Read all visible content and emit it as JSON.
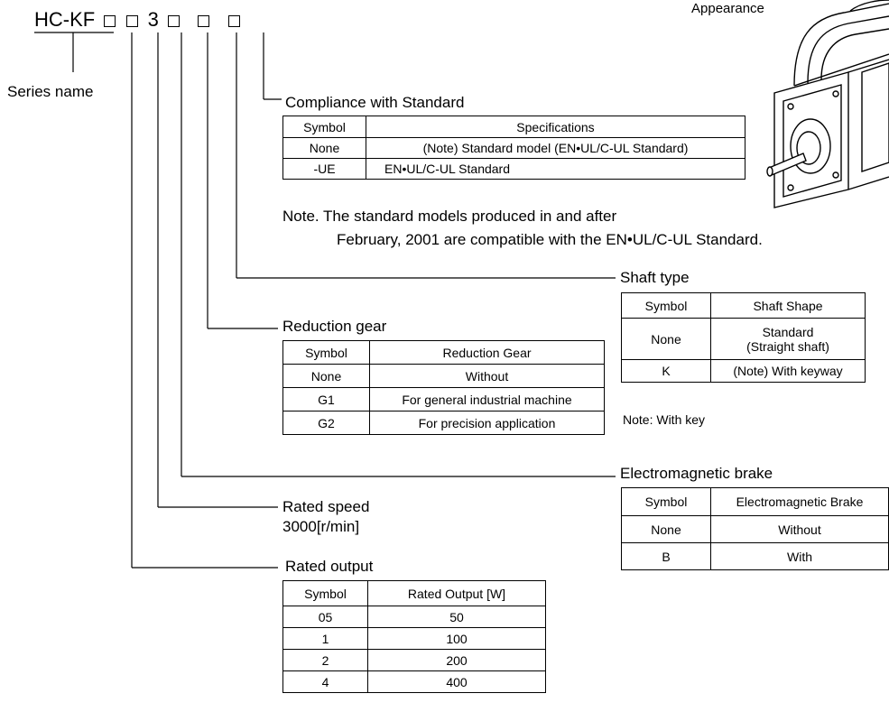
{
  "model": {
    "prefix": "HC-KF",
    "fixed_digit": "3"
  },
  "series_label": "Series name",
  "appearance_label": "Appearance",
  "compliance": {
    "title": "Compliance with Standard",
    "headers": [
      "Symbol",
      "Specifications"
    ],
    "rows": [
      [
        "None",
        "(Note) Standard model (EN•UL/C-UL Standard)"
      ],
      [
        "-UE",
        "EN•UL/C-UL Standard"
      ]
    ],
    "note_line1": "Note. The standard models produced in and after",
    "note_line2": "February, 2001 are compatible with the EN•UL/C-UL Standard."
  },
  "shaft": {
    "title": "Shaft type",
    "headers": [
      "Symbol",
      "Shaft Shape"
    ],
    "rows": [
      [
        "None",
        "Standard",
        "(Straight shaft)"
      ],
      [
        "K",
        "(Note) With keyway"
      ]
    ],
    "note": "Note: With key"
  },
  "gear": {
    "title": "Reduction gear",
    "headers": [
      "Symbol",
      "Reduction Gear"
    ],
    "rows": [
      [
        "None",
        "Without"
      ],
      [
        "G1",
        "For general industrial machine"
      ],
      [
        "G2",
        "For precision application"
      ]
    ]
  },
  "brake": {
    "title": "Electromagnetic brake",
    "headers": [
      "Symbol",
      "Electromagnetic Brake"
    ],
    "rows": [
      [
        "None",
        "Without"
      ],
      [
        "B",
        "With"
      ]
    ]
  },
  "speed": {
    "title": "Rated speed",
    "value": "3000[r/min]"
  },
  "output": {
    "title": "Rated output",
    "headers": [
      "Symbol",
      "Rated Output [W]"
    ],
    "rows": [
      [
        "05",
        "50"
      ],
      [
        "1",
        "100"
      ],
      [
        "2",
        "200"
      ],
      [
        "4",
        "400"
      ]
    ]
  }
}
